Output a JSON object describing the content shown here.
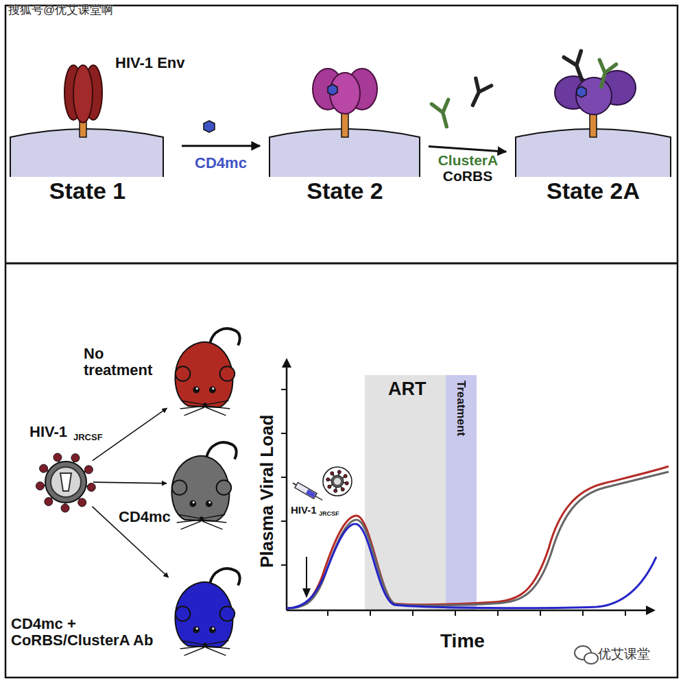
{
  "diagram": {
    "nodes": [
      {
        "text": [
          "State 1"
        ]
      },
      {
        "text": [
          "State 2"
        ]
      },
      {
        "text": [
          "State 2A"
        ]
      },
      {
        "text": [
          "HIV-1",
          "JRCSF"
        ]
      },
      {
        "text": [
          "No treatment"
        ]
      },
      {
        "text": [
          "CD4mc"
        ]
      },
      {
        "text": [
          "CD4mc + CoRBS/ClusterA Ab"
        ]
      }
    ],
    "edges": [
      {
        "from": 0,
        "to": 1,
        "arrow": "to",
        "label": "CD4mc"
      },
      {
        "from": 1,
        "to": 2,
        "arrow": "to",
        "label": "ClusterA CoRBS"
      },
      {
        "from": 3,
        "to": 4,
        "arrow": "to"
      },
      {
        "from": 3,
        "to": 5,
        "arrow": "to"
      },
      {
        "from": 3,
        "to": 6,
        "arrow": "to"
      }
    ],
    "labels": [
      "搜狐号@优艾课堂啊",
      "HIV-1 Env",
      "ART",
      "Treatment",
      "Plasma Viral Load",
      "Time",
      "HIV-1",
      "JRCSF",
      "优艾课堂"
    ]
  }
}
